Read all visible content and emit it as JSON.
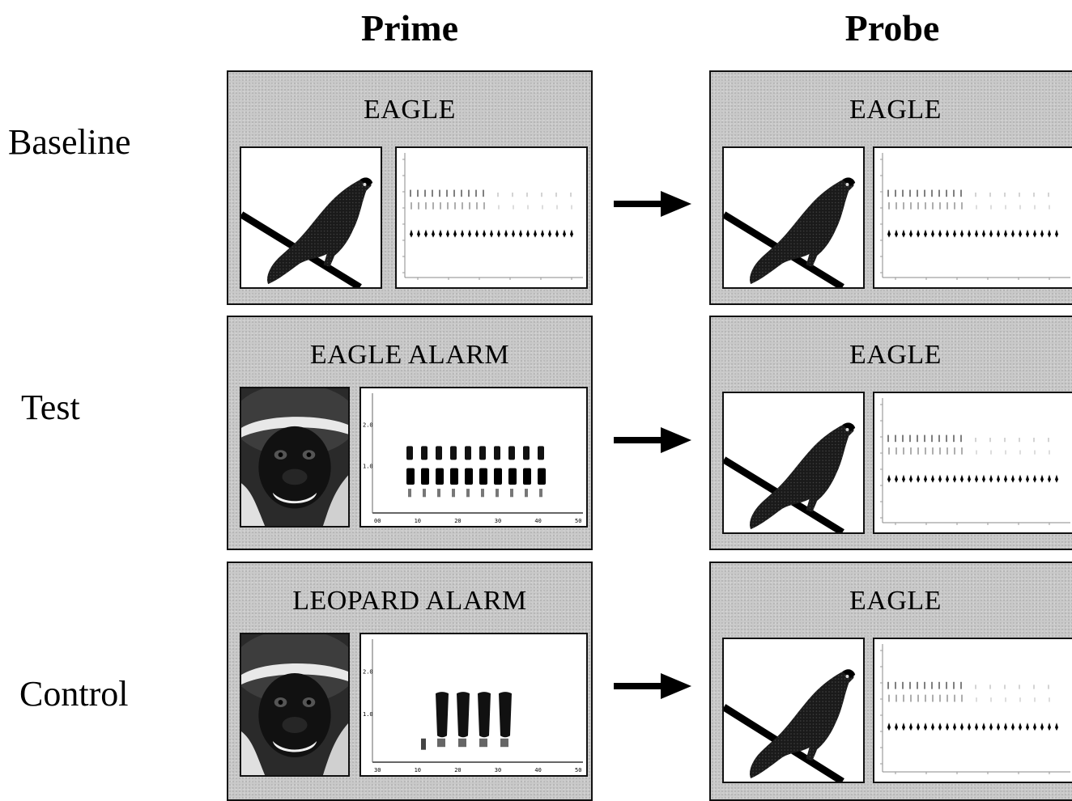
{
  "columns": {
    "prime": "Prime",
    "probe": "Probe"
  },
  "rows": [
    {
      "label": "Baseline",
      "prime": {
        "title": "EAGLE",
        "image": "eagle-image",
        "spectrogram": "eagle-call-spectrogram"
      },
      "probe": {
        "title": "EAGLE",
        "image": "eagle-image",
        "spectrogram": "eagle-call-spectrogram"
      }
    },
    {
      "label": "Test",
      "prime": {
        "title": "EAGLE ALARM",
        "image": "monkey-image",
        "spectrogram": "eagle-alarm-spectrogram",
        "y_ticks": [
          "2.0",
          "1.0"
        ],
        "x_ticks": [
          "00",
          "10",
          "20",
          "30",
          "40",
          "50"
        ]
      },
      "probe": {
        "title": "EAGLE",
        "image": "eagle-image",
        "spectrogram": "eagle-call-spectrogram"
      }
    },
    {
      "label": "Control",
      "prime": {
        "title": "LEOPARD ALARM",
        "image": "monkey-image",
        "spectrogram": "leopard-alarm-spectrogram",
        "y_ticks": [
          "2.0",
          "1.0"
        ],
        "x_ticks": [
          "30",
          "10",
          "20",
          "30",
          "40",
          "50"
        ]
      },
      "probe": {
        "title": "EAGLE",
        "image": "eagle-image",
        "spectrogram": "eagle-call-spectrogram"
      }
    }
  ],
  "arrow_icon": "right-arrow-icon"
}
